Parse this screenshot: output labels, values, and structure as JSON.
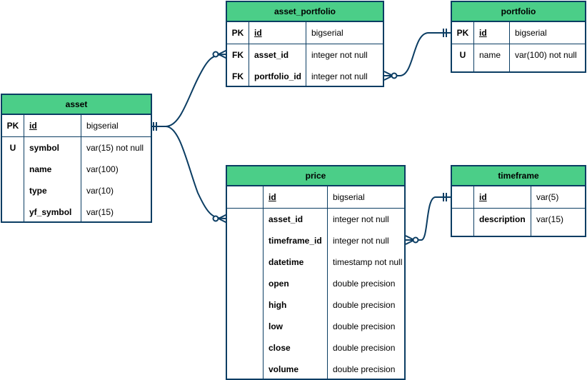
{
  "tables": {
    "asset_portfolio": {
      "title": "asset_portfolio",
      "rows": [
        {
          "key": "PK",
          "name": "id",
          "type": "bigserial"
        },
        {
          "key": "FK",
          "name": "asset_id",
          "type": "integer not null"
        },
        {
          "key": "FK",
          "name": "portfolio_id",
          "type": "integer not null"
        }
      ]
    },
    "portfolio": {
      "title": "portfolio",
      "rows": [
        {
          "key": "PK",
          "name": "id",
          "type": "bigserial"
        },
        {
          "key": "U",
          "name": "name",
          "type": "var(100) not null"
        }
      ]
    },
    "asset": {
      "title": "asset",
      "rows": [
        {
          "key": "PK",
          "name": "id",
          "type": "bigserial"
        },
        {
          "key": "U",
          "name": "symbol",
          "type": "var(15) not null"
        },
        {
          "key": "",
          "name": "name",
          "type": "var(100)"
        },
        {
          "key": "",
          "name": "type",
          "type": "var(10)"
        },
        {
          "key": "",
          "name": "yf_symbol",
          "type": "var(15)"
        }
      ]
    },
    "price": {
      "title": "price",
      "rows": [
        {
          "key": "",
          "name": "id",
          "type": "bigserial"
        },
        {
          "key": "",
          "name": "asset_id",
          "type": "integer not null"
        },
        {
          "key": "",
          "name": "timeframe_id",
          "type": "integer not null"
        },
        {
          "key": "",
          "name": "datetime",
          "type": "timestamp not null"
        },
        {
          "key": "",
          "name": "open",
          "type": "double precision"
        },
        {
          "key": "",
          "name": "high",
          "type": "double precision"
        },
        {
          "key": "",
          "name": "low",
          "type": "double precision"
        },
        {
          "key": "",
          "name": "close",
          "type": "double precision"
        },
        {
          "key": "",
          "name": "volume",
          "type": "double precision"
        }
      ]
    },
    "timeframe": {
      "title": "timeframe",
      "rows": [
        {
          "key": "",
          "name": "id",
          "type": "var(5)"
        },
        {
          "key": "",
          "name": "description",
          "type": "var(15)"
        }
      ]
    }
  },
  "colors": {
    "header": "#4bce88",
    "border": "#0b3d63"
  }
}
